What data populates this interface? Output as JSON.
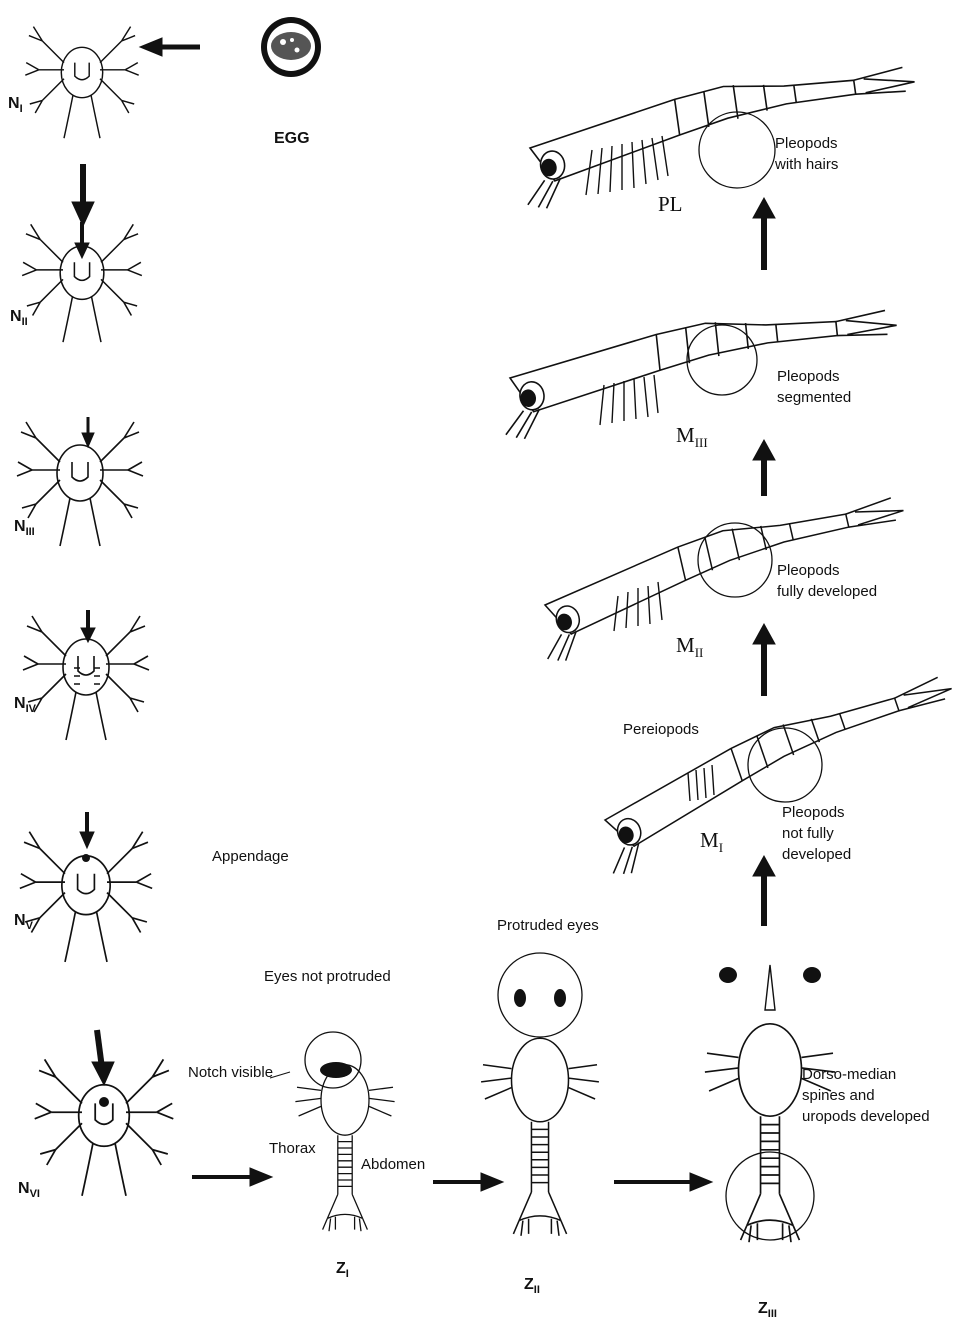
{
  "egg_label": "EGG",
  "stages": {
    "n1": {
      "letter": "N",
      "sub": "I"
    },
    "n2": {
      "letter": "N",
      "sub": "II"
    },
    "n3": {
      "letter": "N",
      "sub": "III"
    },
    "n4": {
      "letter": "N",
      "sub": "IV"
    },
    "n5": {
      "letter": "N",
      "sub": "V"
    },
    "n6": {
      "letter": "N",
      "sub": "VI"
    },
    "z1": {
      "letter": "Z",
      "sub": "I"
    },
    "z2": {
      "letter": "Z",
      "sub": "II"
    },
    "z3": {
      "letter": "Z",
      "sub": "III"
    },
    "m1": {
      "letter": "M",
      "sub": "I"
    },
    "m2": {
      "letter": "M",
      "sub": "II"
    },
    "m3": {
      "letter": "M",
      "sub": "III"
    },
    "pl": {
      "letter": "PL",
      "sub": ""
    }
  },
  "annotations": {
    "appendage": "Appendage",
    "notch_visible": "Notch visible",
    "thorax": "Thorax",
    "abdomen": "Abdomen",
    "eyes_not_protruded": "Eyes not protruded",
    "protruded_eyes": "Protruded eyes",
    "dorso_median": "Dorso-median\nspines and\nuropods developed",
    "pereiopods": "Pereiopods",
    "pleopods_not_fully": "Pleopods\nnot fully\ndeveloped",
    "pleopods_fully": "Pleopods\nfully developed",
    "pleopods_segmented": "Pleopods\nsegmented",
    "pleopods_hairs": "Pleopods\nwith hairs"
  }
}
